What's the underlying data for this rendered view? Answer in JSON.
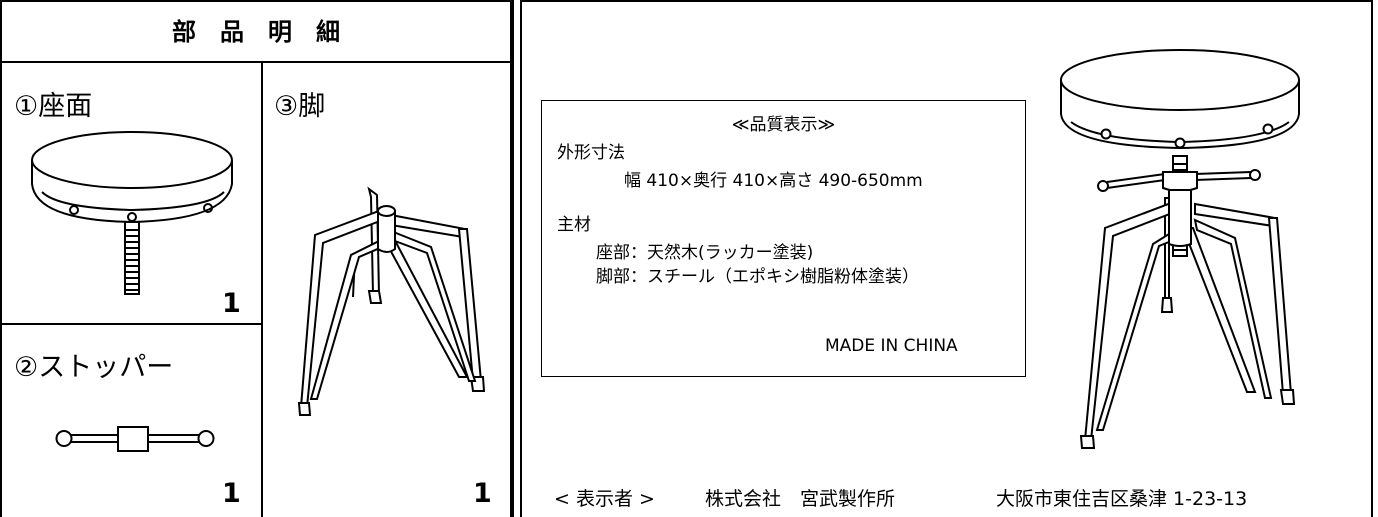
{
  "parts_list": {
    "header": "部　品　明　細",
    "parts": [
      {
        "name": "①座面",
        "qty": "1",
        "icon": "stool-seat-icon"
      },
      {
        "name": "②ストッパー",
        "qty": "1",
        "icon": "stopper-bar-icon"
      },
      {
        "name": "③脚",
        "qty": "1",
        "icon": "stool-legs-icon"
      }
    ]
  },
  "quality_label": {
    "title": "≪品質表示≫",
    "dimensions_heading": "外形寸法",
    "dimensions_value": "幅 410×奥行 410×高さ 490-650mm",
    "material_heading": "主材",
    "materials": [
      "座部：天然木(ラッカー塗装)",
      "脚部：スチール（エポキシ樹脂粉体塗装）"
    ],
    "origin": "MADE  IN  CHINA"
  },
  "product_image": {
    "icon": "assembled-stool-icon"
  },
  "footer": {
    "label": "< 表示者 >",
    "company": "株式会社　宮武製作所",
    "address": "大阪市東住吉区桑津 1-23-13"
  }
}
